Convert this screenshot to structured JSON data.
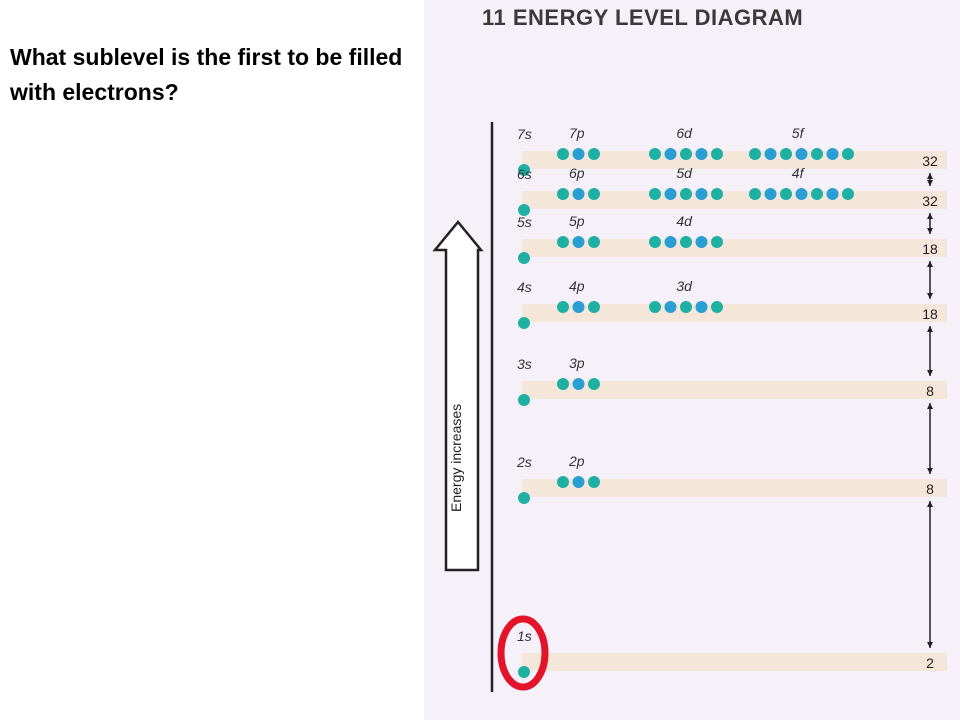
{
  "question": "What sublevel is the first to be filled with electrons?",
  "diagram": {
    "title": "11  ENERGY LEVEL DIAGRAM",
    "axis_label": "Energy increases",
    "colors": {
      "dot": "#1fb0a4",
      "dot_alt": "#2a9fd6",
      "band": "#f5e6da",
      "highlight": "#e3142a"
    },
    "highlighted_sublevel": "1s",
    "levels": [
      {
        "name": "7s",
        "dots": 1,
        "capacity": "32",
        "sublevels": [
          {
            "name": "7p",
            "dots": 3
          },
          {
            "name": "6d",
            "dots": 5
          },
          {
            "name": "5f",
            "dots": 7
          }
        ]
      },
      {
        "name": "6s",
        "dots": 1,
        "capacity": "32",
        "sublevels": [
          {
            "name": "6p",
            "dots": 3
          },
          {
            "name": "5d",
            "dots": 5
          },
          {
            "name": "4f",
            "dots": 7
          }
        ]
      },
      {
        "name": "5s",
        "dots": 1,
        "capacity": "18",
        "sublevels": [
          {
            "name": "5p",
            "dots": 3
          },
          {
            "name": "4d",
            "dots": 5
          }
        ]
      },
      {
        "name": "4s",
        "dots": 1,
        "capacity": "18",
        "sublevels": [
          {
            "name": "4p",
            "dots": 3
          },
          {
            "name": "3d",
            "dots": 5
          }
        ]
      },
      {
        "name": "3s",
        "dots": 1,
        "capacity": "8",
        "sublevels": [
          {
            "name": "3p",
            "dots": 3
          }
        ]
      },
      {
        "name": "2s",
        "dots": 1,
        "capacity": "8",
        "sublevels": [
          {
            "name": "2p",
            "dots": 3
          }
        ]
      },
      {
        "name": "1s",
        "dots": 1,
        "capacity": "2",
        "sublevels": []
      }
    ]
  }
}
